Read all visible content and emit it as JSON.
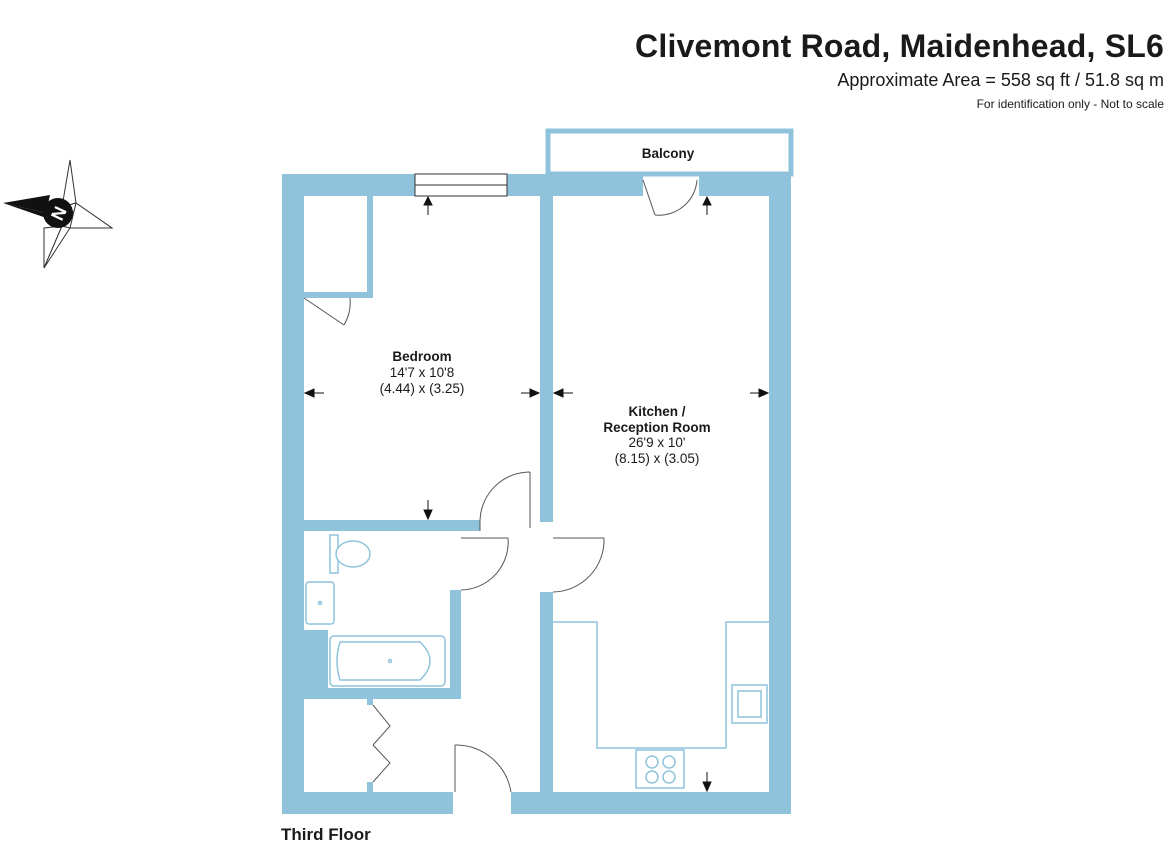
{
  "header": {
    "title": "Clivemont Road, Maidenhead, SL6",
    "area": "Approximate Area = 558 sq ft / 51.8 sq m",
    "disclaimer": "For identification only - Not to scale"
  },
  "compass": {
    "letter": "N",
    "icon": "compass-rose-icon"
  },
  "rooms": {
    "balcony": {
      "name": "Balcony"
    },
    "bedroom": {
      "name": "Bedroom",
      "imperial": "14'7 x 10'8",
      "metric": "(4.44) x (3.25)"
    },
    "kitchen": {
      "name_line1": "Kitchen /",
      "name_line2": "Reception Room",
      "imperial": "26'9 x 10'",
      "metric": "(8.15) x (3.05)"
    }
  },
  "floor_label": "Third Floor",
  "colors": {
    "wall": "#8fc3dc",
    "fixture": "#8fc3dc",
    "text": "#1a1a1a"
  }
}
